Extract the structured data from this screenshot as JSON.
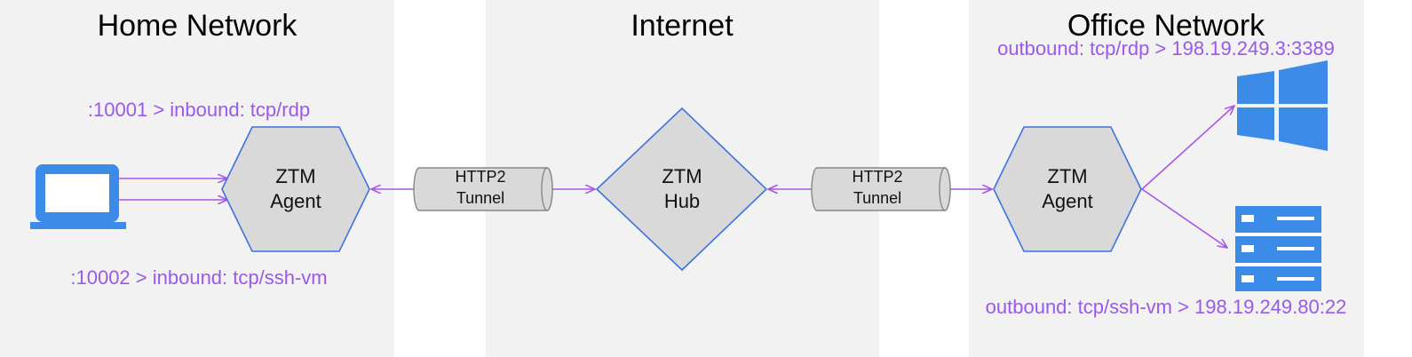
{
  "zones": {
    "home": {
      "title": "Home Network"
    },
    "internet": {
      "title": "Internet"
    },
    "office": {
      "title": "Office Network"
    }
  },
  "home_agent": {
    "line1": "ZTM",
    "line2": "Agent",
    "inbound_rdp": ":10001 > inbound: tcp/rdp",
    "inbound_ssh": ":10002 > inbound: tcp/ssh-vm"
  },
  "tunnels": [
    {
      "line1": "HTTP2",
      "line2": "Tunnel"
    },
    {
      "line1": "HTTP2",
      "line2": "Tunnel"
    }
  ],
  "hub": {
    "line1": "ZTM",
    "line2": "Hub"
  },
  "office_agent": {
    "line1": "ZTM",
    "line2": "Agent",
    "outbound_rdp": "outbound: tcp/rdp > 198.19.249.3:3389",
    "outbound_ssh": "outbound: tcp/ssh-vm > 198.19.249.80:22"
  },
  "icons": {
    "laptop": "laptop-icon",
    "windows": "windows-logo-icon",
    "server": "server-icon"
  },
  "colors": {
    "zone_background": "#f2f2f2",
    "node_fill": "#d9d9d9",
    "node_stroke": "#3b73e0",
    "arrow": "#a855e8",
    "rule_text": "#9b59e8",
    "icon_blue": "#3d8be8"
  }
}
